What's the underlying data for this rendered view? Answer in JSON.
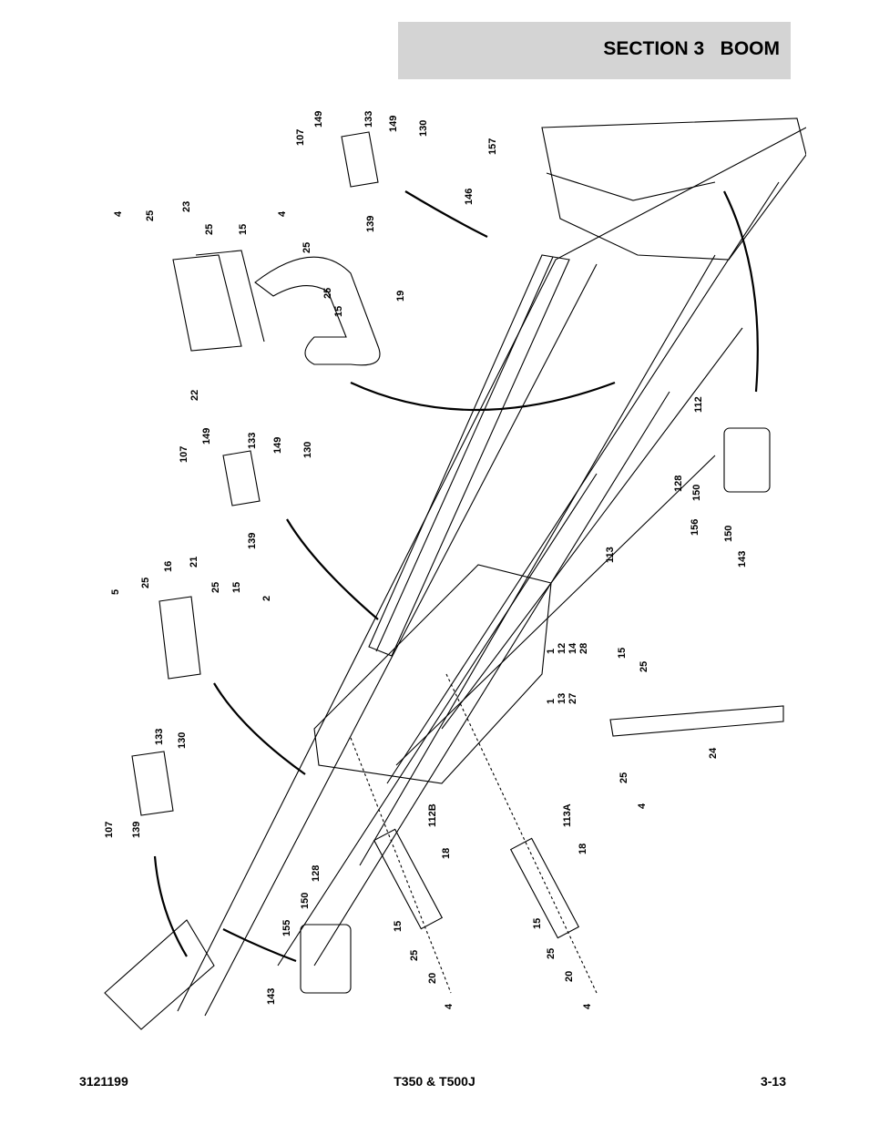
{
  "header": {
    "title": "SECTION 3   BOOM"
  },
  "footer": {
    "doc_number": "3121199",
    "model": "T350 & T500J",
    "page": "3-13"
  },
  "callouts": [
    {
      "id": "c1",
      "text": "107"
    },
    {
      "id": "c2",
      "text": "149"
    },
    {
      "id": "c3",
      "text": "133"
    },
    {
      "id": "c4",
      "text": "149"
    },
    {
      "id": "c5",
      "text": "130"
    },
    {
      "id": "c6",
      "text": "157"
    },
    {
      "id": "c7",
      "text": "146"
    },
    {
      "id": "c8",
      "text": "139"
    },
    {
      "id": "c9",
      "text": "4"
    },
    {
      "id": "c10",
      "text": "25"
    },
    {
      "id": "c11",
      "text": "23"
    },
    {
      "id": "c12",
      "text": "25"
    },
    {
      "id": "c13",
      "text": "15"
    },
    {
      "id": "c14",
      "text": "4"
    },
    {
      "id": "c15",
      "text": "25"
    },
    {
      "id": "c16",
      "text": "25"
    },
    {
      "id": "c17",
      "text": "15"
    },
    {
      "id": "c18",
      "text": "19"
    },
    {
      "id": "c19",
      "text": "22"
    },
    {
      "id": "c20",
      "text": "112"
    },
    {
      "id": "c21",
      "text": "107"
    },
    {
      "id": "c22",
      "text": "149"
    },
    {
      "id": "c23",
      "text": "133"
    },
    {
      "id": "c24",
      "text": "149"
    },
    {
      "id": "c25",
      "text": "130"
    },
    {
      "id": "c26",
      "text": "139"
    },
    {
      "id": "c27",
      "text": "128"
    },
    {
      "id": "c28",
      "text": "150"
    },
    {
      "id": "c29",
      "text": "156"
    },
    {
      "id": "c30",
      "text": "150"
    },
    {
      "id": "c31",
      "text": "143"
    },
    {
      "id": "c32",
      "text": "113"
    },
    {
      "id": "c33",
      "text": "5"
    },
    {
      "id": "c34",
      "text": "25"
    },
    {
      "id": "c35",
      "text": "16"
    },
    {
      "id": "c36",
      "text": "21"
    },
    {
      "id": "c37",
      "text": "25"
    },
    {
      "id": "c38",
      "text": "15"
    },
    {
      "id": "c39",
      "text": "2"
    },
    {
      "id": "c40",
      "text": "1"
    },
    {
      "id": "c41",
      "text": "12"
    },
    {
      "id": "c42",
      "text": "14"
    },
    {
      "id": "c43",
      "text": "28"
    },
    {
      "id": "c44",
      "text": "15"
    },
    {
      "id": "c45",
      "text": "25"
    },
    {
      "id": "c46",
      "text": "1"
    },
    {
      "id": "c47",
      "text": "13"
    },
    {
      "id": "c48",
      "text": "27"
    },
    {
      "id": "c49",
      "text": "24"
    },
    {
      "id": "c50",
      "text": "25"
    },
    {
      "id": "c51",
      "text": "4"
    },
    {
      "id": "c52",
      "text": "133"
    },
    {
      "id": "c53",
      "text": "130"
    },
    {
      "id": "c54",
      "text": "107"
    },
    {
      "id": "c55",
      "text": "139"
    },
    {
      "id": "c56",
      "text": "112B"
    },
    {
      "id": "c57",
      "text": "113A"
    },
    {
      "id": "c58",
      "text": "18"
    },
    {
      "id": "c59",
      "text": "18"
    },
    {
      "id": "c60",
      "text": "128"
    },
    {
      "id": "c61",
      "text": "150"
    },
    {
      "id": "c62",
      "text": "155"
    },
    {
      "id": "c63",
      "text": "15"
    },
    {
      "id": "c64",
      "text": "15"
    },
    {
      "id": "c65",
      "text": "25"
    },
    {
      "id": "c66",
      "text": "25"
    },
    {
      "id": "c67",
      "text": "20"
    },
    {
      "id": "c68",
      "text": "20"
    },
    {
      "id": "c69",
      "text": "143"
    },
    {
      "id": "c70",
      "text": "4"
    },
    {
      "id": "c71",
      "text": "4"
    }
  ]
}
